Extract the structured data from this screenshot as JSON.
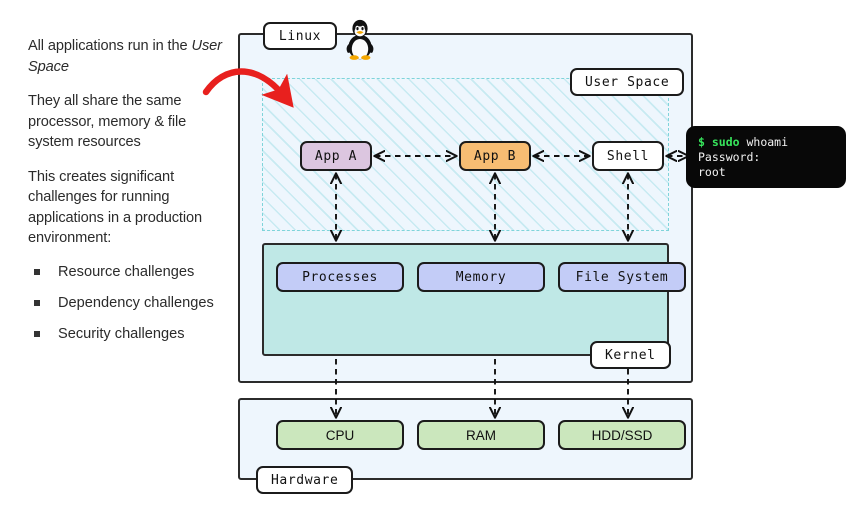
{
  "notes": {
    "paragraphs": [
      {
        "pre": "All applications run in the ",
        "em": "User Space",
        "post": ""
      },
      {
        "pre": "They all share the same processor, memory & file system resources",
        "em": "",
        "post": ""
      },
      {
        "pre": "This creates significant challenges for running applications in a production environment:",
        "em": "",
        "post": ""
      }
    ],
    "bullets": [
      "Resource challenges",
      "Dependency challenges",
      "Security challenges"
    ]
  },
  "diagram": {
    "os_label": "Linux",
    "tux_icon": "linux-penguin-icon",
    "user_space_label": "User Space",
    "kernel_label": "Kernel",
    "hardware_label": "Hardware",
    "user_space_nodes": [
      {
        "label": "App A",
        "color": "#dcc6e0"
      },
      {
        "label": "App B",
        "color": "#f7bd73"
      },
      {
        "label": "Shell",
        "color": "#ffffff"
      }
    ],
    "kernel_nodes": [
      {
        "label": "Processes",
        "color": "#c3ccf7"
      },
      {
        "label": "Memory",
        "color": "#c3ccf7"
      },
      {
        "label": "File System",
        "color": "#c3ccf7"
      }
    ],
    "hardware_nodes": [
      {
        "label": "CPU",
        "color": "#cbe7bd"
      },
      {
        "label": "RAM",
        "color": "#cbe7bd"
      },
      {
        "label": "HDD/SSD",
        "color": "#cbe7bd"
      }
    ]
  },
  "terminal": {
    "prompt": "$ sudo",
    "command": " whoami",
    "line2": "Password:",
    "line3": "root",
    "prompt_color": "#37e55c"
  },
  "colors": {
    "container_fill": "#eef6fd",
    "kernel_fill": "#bfe8e6",
    "hatch_stroke": "#7fd4da",
    "stroke": "#2b2b2b",
    "red_arrow": "#e8201e"
  }
}
